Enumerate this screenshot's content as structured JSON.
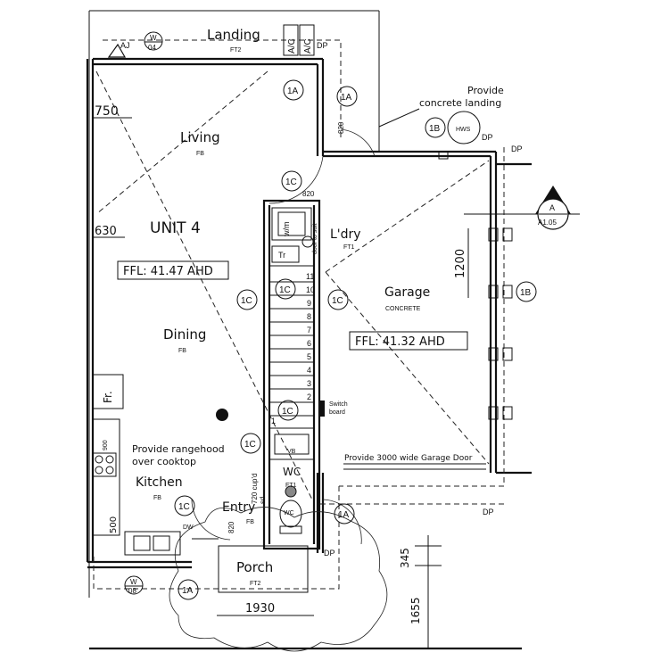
{
  "rooms": {
    "landing": {
      "name": "Landing",
      "code": "FT2"
    },
    "living": {
      "name": "Living",
      "code": "FB"
    },
    "unit": {
      "name": "UNIT 4"
    },
    "laundry": {
      "name": "L'dry",
      "code": "FT1"
    },
    "garage": {
      "name": "Garage",
      "code": "CONCRETE"
    },
    "dining": {
      "name": "Dining",
      "code": "FB"
    },
    "kitchen": {
      "name": "Kitchen",
      "code": "FB"
    },
    "entry": {
      "name": "Entry",
      "code": "FB"
    },
    "wc": {
      "name": "WC",
      "code": "FT1"
    },
    "porch": {
      "name": "Porch",
      "code": "FT2"
    }
  },
  "levels": {
    "unit": "FFL: 41.47 AHD",
    "garage": "FFL: 41.32 AHD"
  },
  "notes": {
    "landing_line1": "Provide",
    "landing_line2": "concrete landing",
    "rangehood_line1": "Provide rangehood",
    "rangehood_line2": "over cooktop",
    "garage_door": "Provide 3000 wide Garage Door",
    "door_to_suit": "door to suit",
    "switchboard_line1": "Switch",
    "switchboard_line2": "board",
    "cupboard_line1": "720 cup'd",
    "cupboard_line2": "sd"
  },
  "dimensions": {
    "d750": "750",
    "d630": "630",
    "d1200": "1200",
    "d1930": "1930",
    "d345": "345",
    "d1655": "1655",
    "d820a": "820",
    "d820b": "820",
    "d820c": "820",
    "d500": "500",
    "d900": "900"
  },
  "tags": {
    "t1A_top": "1A",
    "t1A_door": "1A",
    "t1B_landing": "1B",
    "t1C_820": "1C",
    "t1C_left": "1C",
    "t1C_stair": "1C",
    "t1C_ldry": "1C",
    "t1C_lower": "1C",
    "t1C_wc": "1C",
    "t1C_kitchen": "1C",
    "t1A_entry": "1A",
    "t1A_porch": "1A",
    "t1B_garage": "1B",
    "window_w04_top": "W",
    "window_w04_bot": "04",
    "window_w08_top": "W",
    "window_w08_bot": "08",
    "ac1": "A/C",
    "ac2": "A/C"
  },
  "labels": {
    "hws": "HWS",
    "wm": "w/m",
    "tr": "Tr",
    "vb": "VB",
    "wcpan": "WC",
    "fr": "Fr.",
    "dw": "DW",
    "dp1": "DP",
    "dp2": "DP",
    "dp3": "DP",
    "dp4": "DP",
    "dp5": "DP",
    "aj": "AJ",
    "section_letter": "A",
    "section_sheet": "A1.05"
  },
  "stair_numbers": [
    "11",
    "10",
    "9",
    "8",
    "7",
    "6",
    "5",
    "4",
    "3",
    "2",
    "1"
  ]
}
